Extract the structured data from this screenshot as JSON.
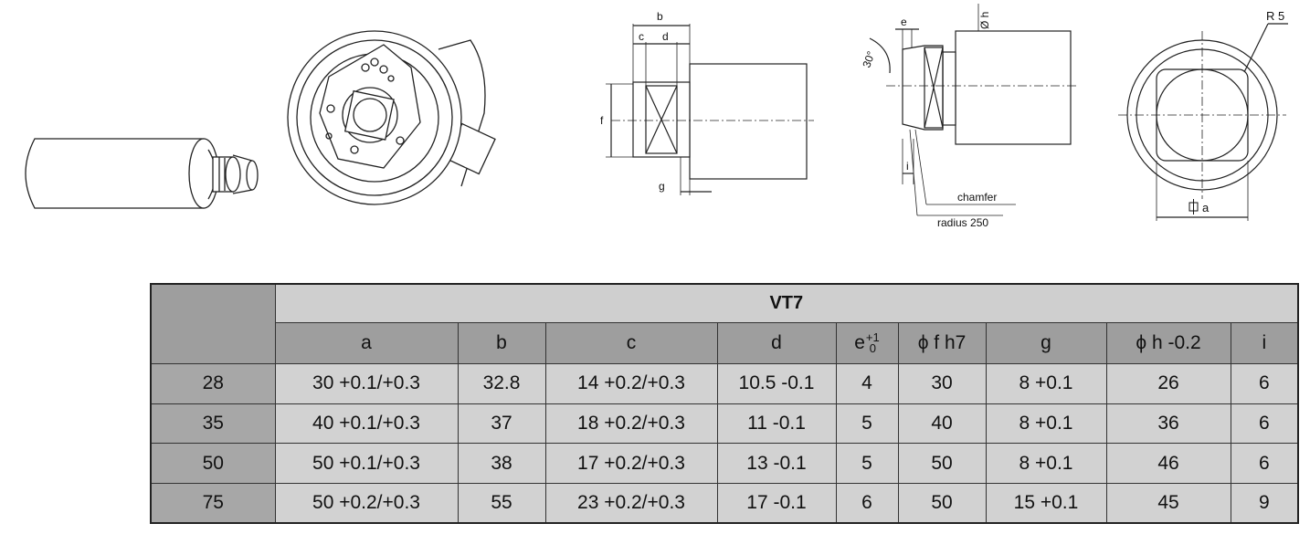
{
  "figures": {
    "side_view": {
      "labels": {
        "b": "b",
        "c": "c",
        "d": "d",
        "f": "f",
        "g": "g"
      }
    },
    "detail_view": {
      "labels": {
        "e": "e",
        "angle": "30°",
        "h": "Ø h",
        "i": "i",
        "chamfer": "chamfer",
        "radius": "radius 250"
      }
    },
    "end_view": {
      "labels": {
        "r": "R 5",
        "a": "a"
      }
    }
  },
  "table": {
    "group_title": "VT7",
    "columns": [
      "a",
      "b",
      "c",
      "d",
      "e",
      "ϕ f h7",
      "g",
      "ϕ h -0.2",
      "i"
    ],
    "e_tolerance": {
      "upper": "+1",
      "lower": "0"
    },
    "rows": [
      {
        "size": "28",
        "cells": [
          "30 +0.1/+0.3",
          "32.8",
          "14 +0.2/+0.3",
          "10.5 -0.1",
          "4",
          "30",
          "8 +0.1",
          "26",
          "6"
        ]
      },
      {
        "size": "35",
        "cells": [
          "40 +0.1/+0.3",
          "37",
          "18 +0.2/+0.3",
          "11 -0.1",
          "5",
          "40",
          "8 +0.1",
          "36",
          "6"
        ]
      },
      {
        "size": "50",
        "cells": [
          "50 +0.1/+0.3",
          "38",
          "17 +0.2/+0.3",
          "13 -0.1",
          "5",
          "50",
          "8 +0.1",
          "46",
          "6"
        ]
      },
      {
        "size": "75",
        "cells": [
          "50 +0.2/+0.3",
          "55",
          "23 +0.2/+0.3",
          "17 -0.1",
          "6",
          "50",
          "15 +0.1",
          "45",
          "9"
        ]
      }
    ]
  }
}
